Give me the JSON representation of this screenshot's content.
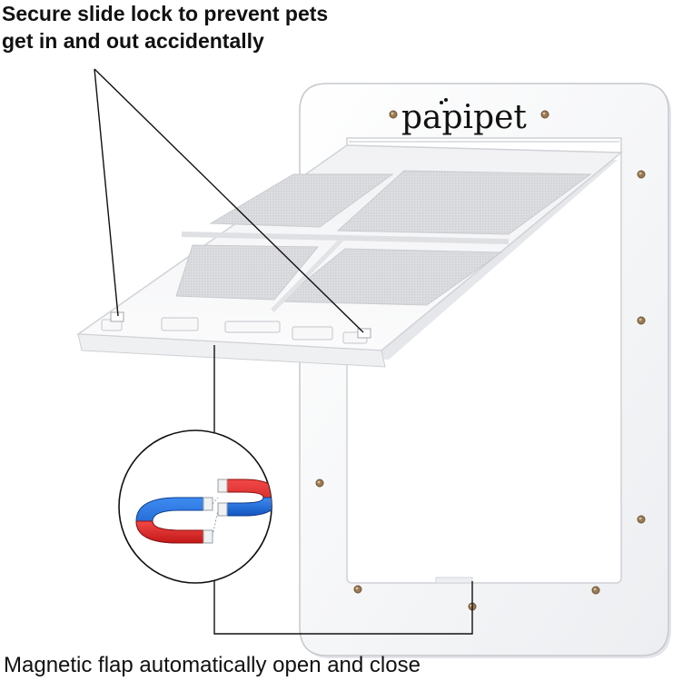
{
  "top_callout": {
    "line1": "Secure slide lock to prevent pets",
    "line2": "get in and out accidentally"
  },
  "bottom_callout": {
    "text": "Magnetic flap automatically open and close"
  },
  "product": {
    "brand_logo": "papipet"
  },
  "colors": {
    "frame": "#f7f7f8",
    "frame_edge": "#c9cbd0",
    "flap": "#f4f5f7",
    "mesh": "#d9dadd",
    "magnet_red": "#e12a2a",
    "magnet_blue": "#1f6fe0",
    "line": "#111111"
  },
  "icons": [
    "magnet-icon",
    "screw-icon",
    "slide-lock-icon"
  ]
}
